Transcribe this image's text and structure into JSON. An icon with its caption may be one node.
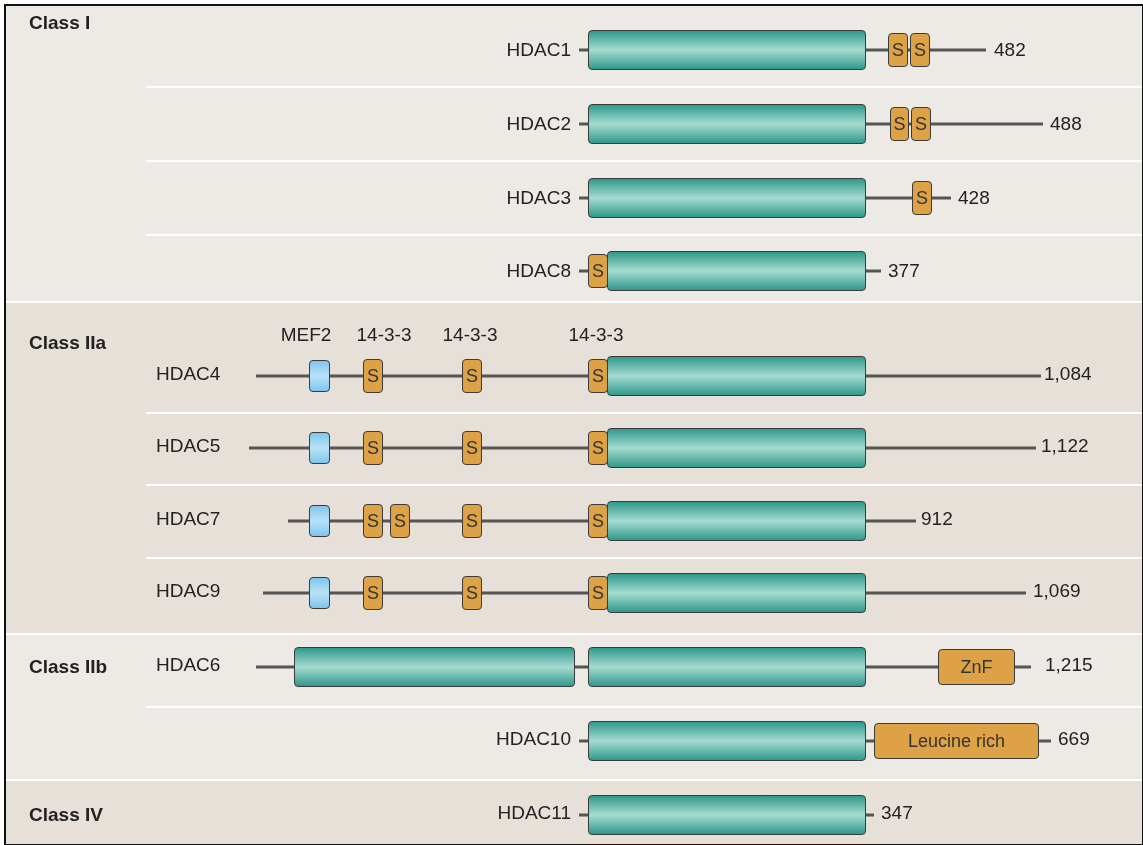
{
  "diagram": {
    "nodes": [
      {
        "text": [
          "Class I"
        ]
      },
      {
        "text": [],
        "shape": "box",
        "in": 0
      },
      {
        "text": [
          "S"
        ],
        "in": 0
      },
      {
        "text": [
          "S"
        ],
        "in": 0
      },
      {
        "text": [],
        "shape": "box",
        "in": 0
      },
      {
        "text": [
          "S"
        ],
        "in": 0
      },
      {
        "text": [
          "S"
        ],
        "in": 0
      },
      {
        "text": [],
        "shape": "box",
        "in": 0
      },
      {
        "text": [
          "S"
        ],
        "in": 0
      },
      {
        "text": [
          "S"
        ],
        "in": 0
      },
      {
        "text": [],
        "shape": "box",
        "in": 0
      },
      {
        "text": [
          "Class IIa"
        ]
      },
      {
        "text": [],
        "shape": "box",
        "in": 11
      },
      {
        "text": [
          "S"
        ],
        "in": 11
      },
      {
        "text": [
          "S"
        ],
        "in": 11
      },
      {
        "text": [
          "S"
        ],
        "in": 11
      },
      {
        "text": [],
        "shape": "box",
        "in": 11
      },
      {
        "text": [],
        "shape": "box",
        "in": 11
      },
      {
        "text": [
          "S"
        ],
        "in": 11
      },
      {
        "text": [
          "S"
        ],
        "in": 11
      },
      {
        "text": [
          "S"
        ],
        "in": 11
      },
      {
        "text": [],
        "shape": "box",
        "in": 11
      },
      {
        "text": [],
        "shape": "box",
        "in": 11
      },
      {
        "text": [
          "S"
        ],
        "in": 11
      },
      {
        "text": [
          "S"
        ],
        "in": 11
      },
      {
        "text": [
          "S"
        ],
        "in": 11
      },
      {
        "text": [
          "S"
        ],
        "in": 11
      },
      {
        "text": [],
        "shape": "box",
        "in": 11
      },
      {
        "text": [],
        "shape": "box",
        "in": 11
      },
      {
        "text": [
          "S"
        ],
        "in": 11
      },
      {
        "text": [
          "S"
        ],
        "in": 11
      },
      {
        "text": [
          "S"
        ],
        "in": 11
      },
      {
        "text": [],
        "shape": "box",
        "in": 11
      },
      {
        "text": [
          "Class IIb"
        ]
      },
      {
        "text": [],
        "shape": "box",
        "in": 33
      },
      {
        "text": [],
        "shape": "box",
        "in": 33
      },
      {
        "text": [
          "ZnF"
        ],
        "in": 33
      },
      {
        "text": [],
        "shape": "box",
        "in": 33
      },
      {
        "text": [
          "Leucine rich"
        ],
        "in": 33
      },
      {
        "text": [
          "Class IV"
        ]
      },
      {
        "text": [],
        "shape": "box",
        "in": 39
      }
    ],
    "labels": [
      "HDAC1",
      "482",
      "HDAC2",
      "488",
      "HDAC3",
      "428",
      "HDAC8",
      "377",
      "MEF2",
      "14-3-3",
      "14-3-3",
      "14-3-3",
      "HDAC4",
      "1,084",
      "HDAC5",
      "1,122",
      "HDAC7",
      "912",
      "HDAC9",
      "1,069",
      "HDAC6",
      "1,215",
      "HDAC10",
      "669",
      "HDAC11",
      "347"
    ]
  }
}
